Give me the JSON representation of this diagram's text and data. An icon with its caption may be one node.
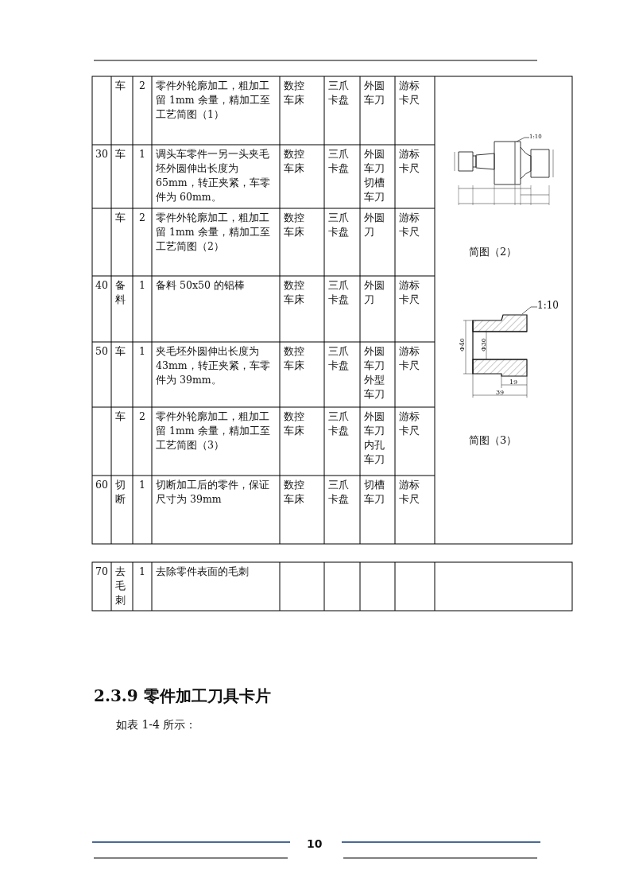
{
  "diagram": {
    "nodes": [
      {
        "text": [
          "1:10"
        ]
      },
      {
        "text": [
          "1:10"
        ]
      }
    ],
    "edges": [
      {
        "from": 0,
        "to": null,
        "arrow": "none"
      },
      {
        "from": 1,
        "to": null,
        "arrow": "none"
      }
    ],
    "labels": [
      "车",
      "2",
      "零件外轮廓加工，粗加工留 1mm 余量，精加工至工艺简图（1）",
      "数控车床",
      "三爪卡盘",
      "外圆车刀",
      "游标卡尺",
      "简图（2）",
      "30",
      "车",
      "1",
      "调头车零件一另一头夹毛坯外圆伸出长度为65mm，转正夹紧，车零件为 60mm。",
      "数控车床",
      "三爪卡盘",
      "外圆车刀切槽车刀",
      "游标卡尺",
      "车",
      "2",
      "零件外轮廓加工，粗加工留 1mm 余量，精加工至工艺简图（2）",
      "数控车床",
      "三爪卡盘",
      "外圆刀",
      "游标卡尺",
      "40",
      "备料",
      "1",
      "备料 50x50 的铝棒",
      "数控车床",
      "三爪卡盘",
      "外圆刀",
      "游标卡尺",
      "50",
      "车",
      "1",
      "夹毛坯外圆伸出长度为43mm，转正夹紧，车零件为 39mm。",
      "数控车床",
      "三爪卡盘",
      "外圆车刀外型车刀",
      "游标卡尺",
      "Φ40",
      "Φ30",
      "19",
      "39",
      "简图（3）",
      "车",
      "2",
      "零件外轮廓加工，粗加工留 1mm 余量，精加工至工艺简图（3）",
      "数控车床",
      "三爪卡盘",
      "外圆车刀内孔车刀",
      "游标卡尺",
      "60",
      "切断",
      "1",
      "切断加工后的零件，保证尺寸为 39mm",
      "数控车床",
      "三爪卡盘",
      "切槽车刀",
      "游标卡尺",
      "70",
      "去毛刺",
      "1",
      "去除零件表面的毛刺",
      "2.3.9 零件加工刀具卡片",
      "如表 1-4 所示：",
      "10"
    ]
  }
}
